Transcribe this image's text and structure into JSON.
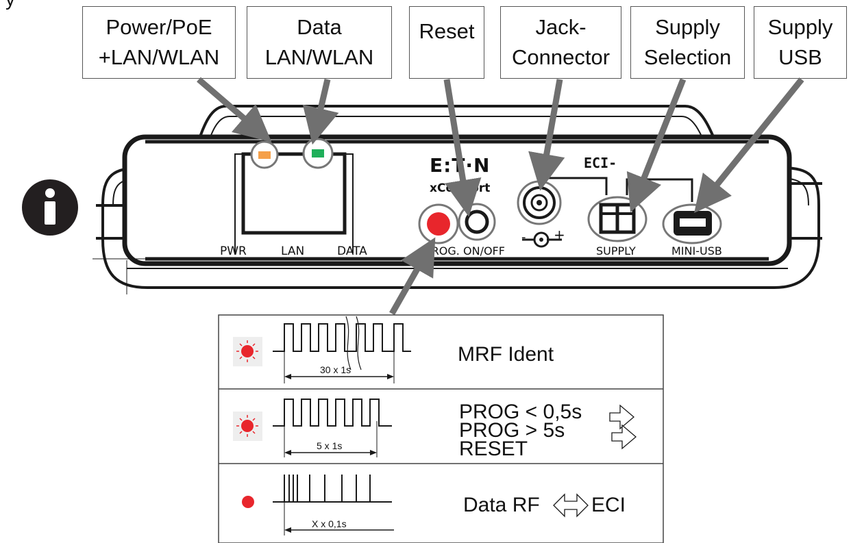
{
  "callouts": {
    "power": "Power/PoE\n+LAN/WLAN",
    "data": "Data\nLAN/WLAN",
    "reset": "Reset",
    "jack": "Jack-\nConnector",
    "supply_selection": "Supply\nSelection",
    "supply_usb": "Supply\nUSB"
  },
  "device": {
    "brand": "E:T·N",
    "product": "xComfort",
    "model_prefix": "ECI-",
    "port_labels": {
      "pwr": "PWR",
      "lan": "LAN",
      "data": "DATA",
      "prog": "PROG.",
      "onoff": "ON/OFF",
      "supply": "SUPPLY",
      "mini_usb": "MINI-USB",
      "polarity_minus": "-",
      "polarity_plus": "+"
    },
    "led_colors": {
      "pwr": "#F5A04A",
      "data": "#1FAF5A",
      "prog": "#E8262C"
    }
  },
  "legend": {
    "rows": [
      {
        "text_lines": [
          "MRF Ident"
        ],
        "timing": "30 x 1s"
      },
      {
        "text_lines": [
          "PROG < 0,5s",
          "PROG > 5s",
          "RESET"
        ],
        "timing": "5 x 1s"
      },
      {
        "text_lines": [
          "Data RF",
          "ECI"
        ],
        "timing": "X x 0,1s"
      }
    ]
  },
  "info_icon": "info-icon",
  "colors": {
    "arrow": "#707070",
    "outline": "#1a1a1a",
    "led_red": "#E8262C"
  }
}
